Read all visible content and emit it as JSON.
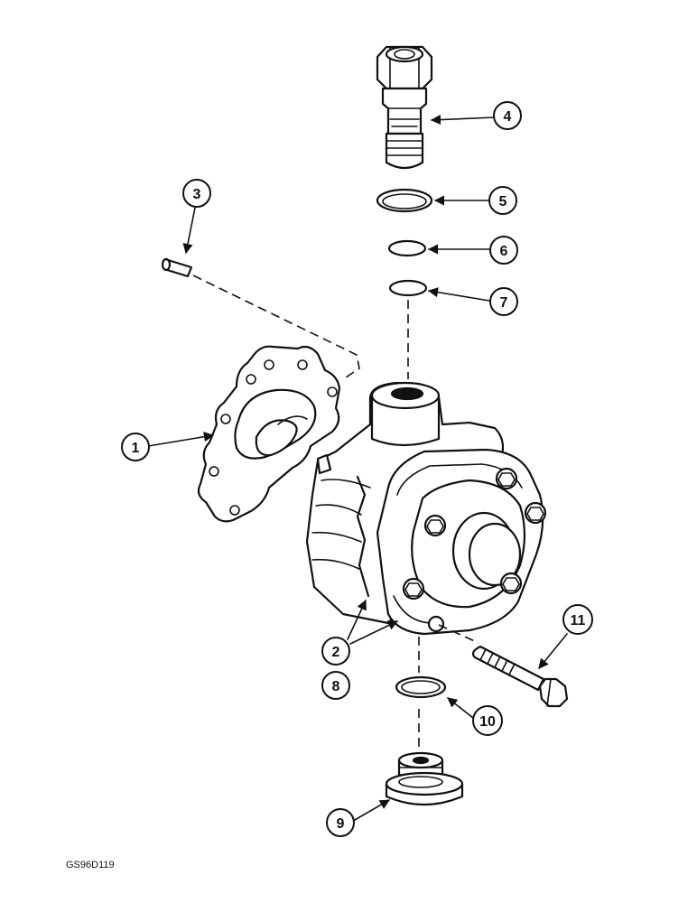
{
  "callouts": {
    "c1": "1",
    "c2": "2",
    "c3": "3",
    "c4": "4",
    "c5": "5",
    "c6": "6",
    "c7": "7",
    "c8": "8",
    "c9": "9",
    "c10": "10",
    "c11": "11"
  },
  "figure_code": "GS96D119"
}
